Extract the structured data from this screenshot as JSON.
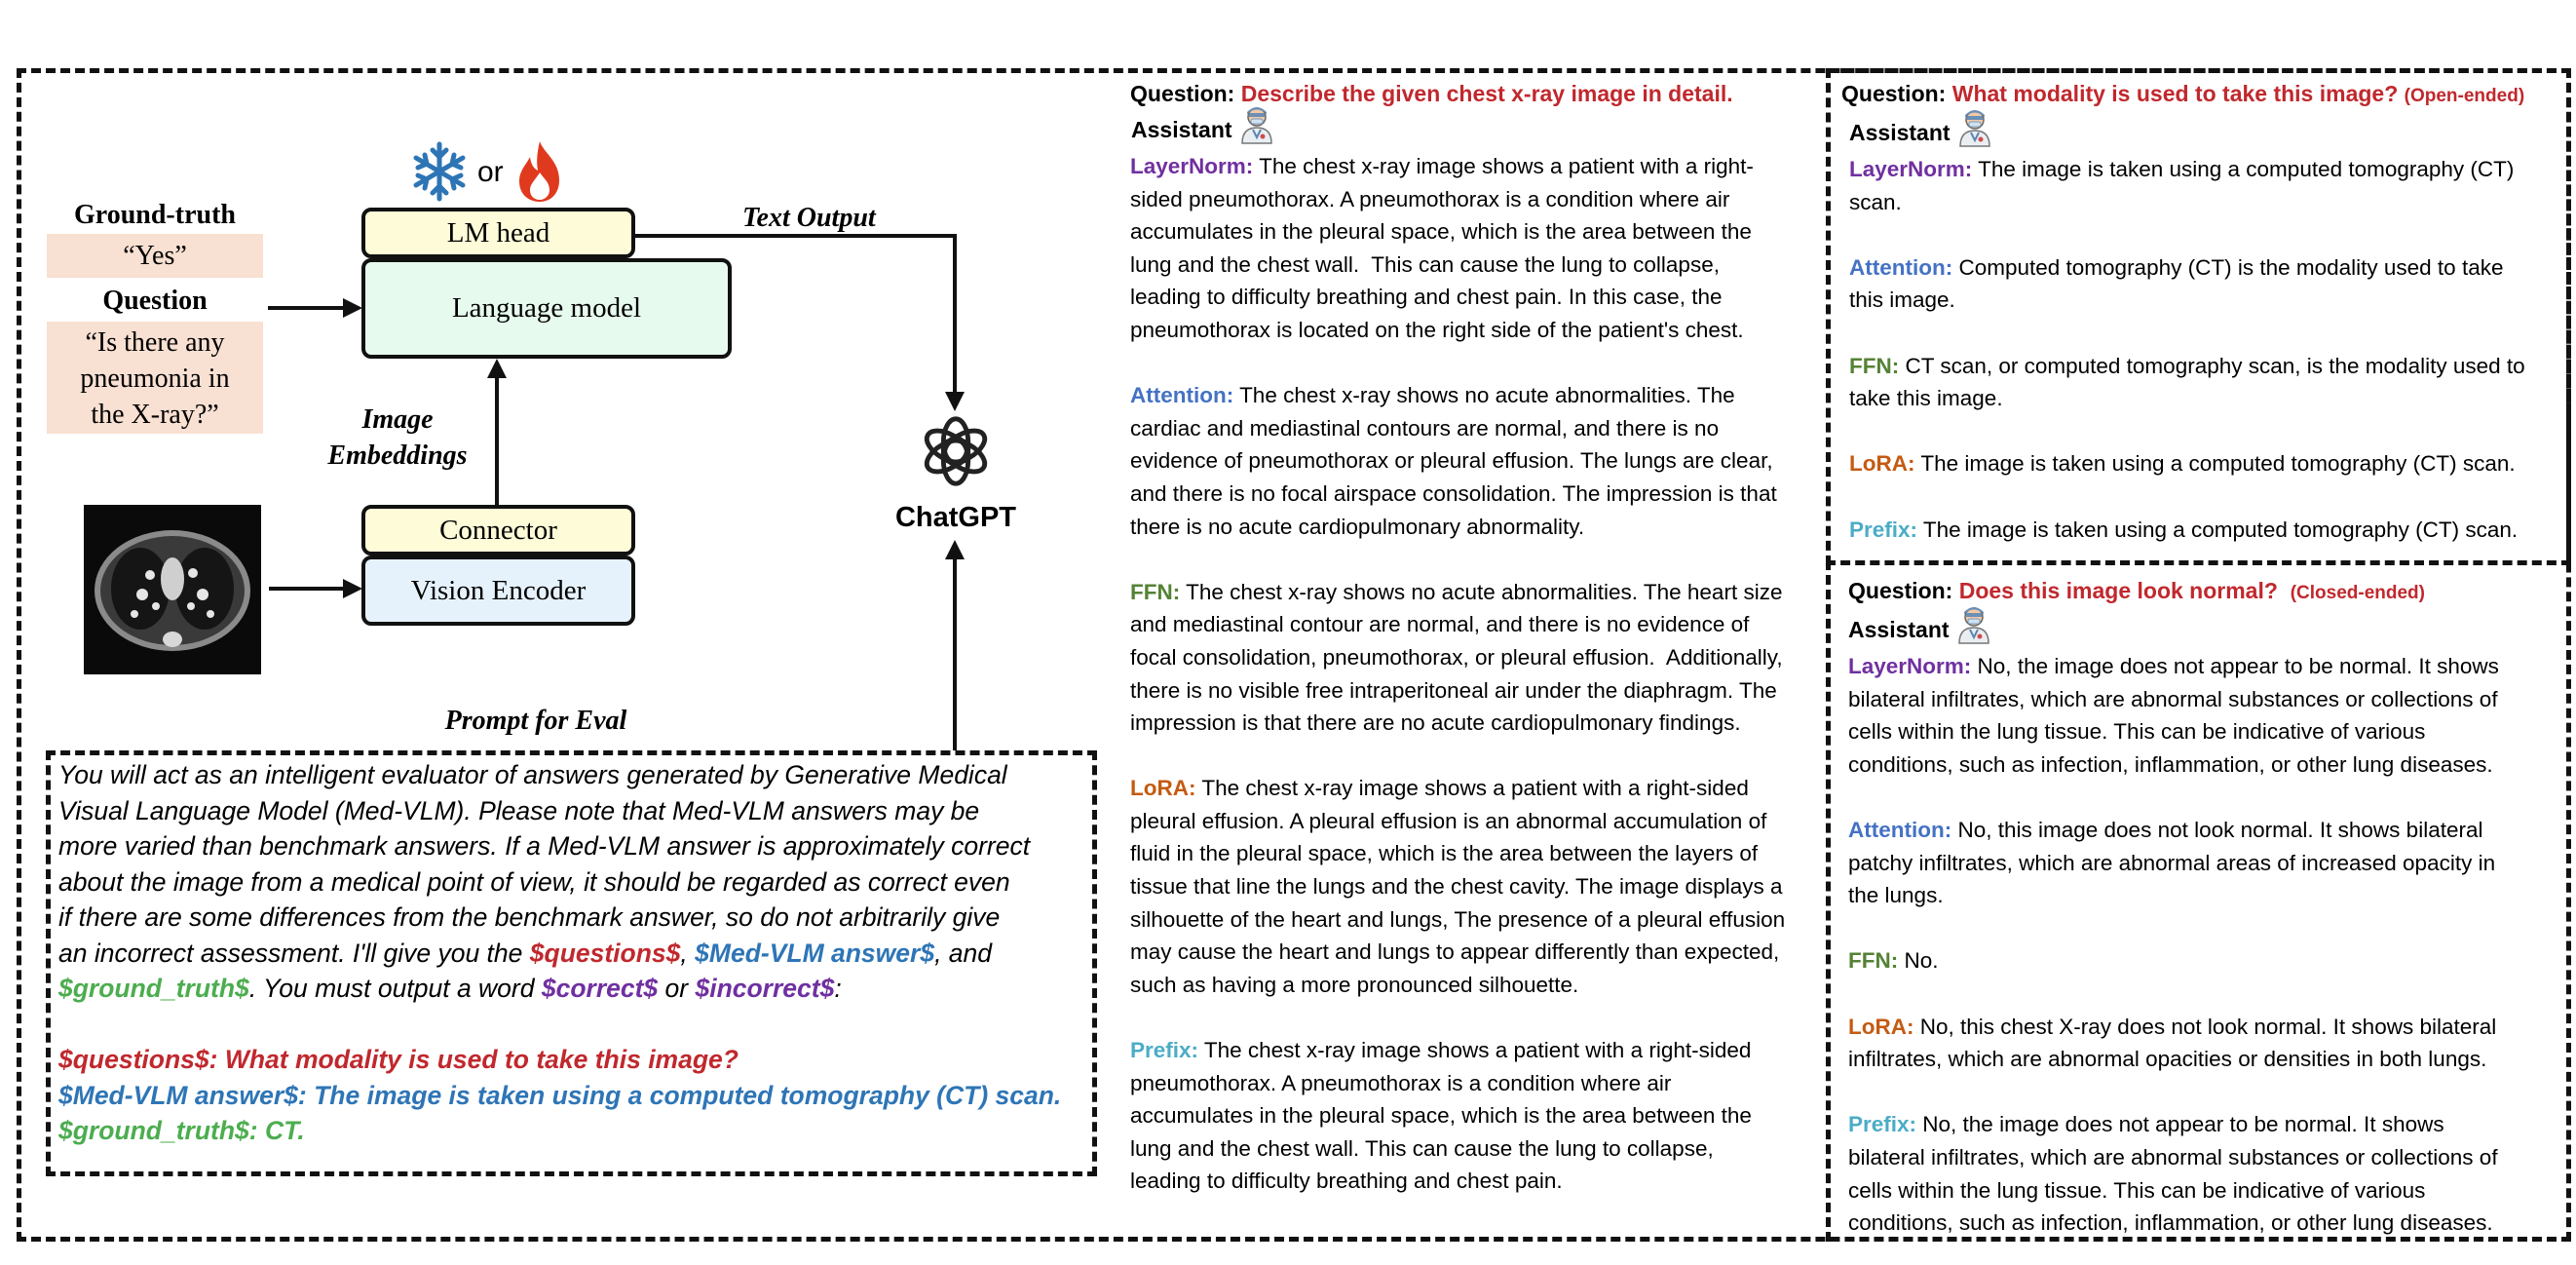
{
  "colors": {
    "question": "#c0282d",
    "layernorm": "#7030a0",
    "attention": "#4472c4",
    "ffn": "#548235",
    "lora": "#c55a11",
    "prefix": "#4bacc6",
    "prompt_red": "#c0282d",
    "prompt_blue": "#2e75b6",
    "prompt_green": "#4cad4f",
    "prompt_purple": "#7030a0"
  },
  "diagram": {
    "ground_truth_label": "Ground-truth",
    "ground_truth_value": "“Yes”",
    "question_label": "Question",
    "question_lines": [
      "“Is there any",
      "pneumonia in",
      "the X-ray?”"
    ],
    "or_text": "or",
    "lm_head": "LM head",
    "language_model": "Language model",
    "connector": "Connector",
    "vision_encoder": "Vision Encoder",
    "image_embeddings_lines": [
      "Image",
      "Embeddings"
    ],
    "text_output": "Text Output",
    "chatgpt": "ChatGPT",
    "prompt_for_eval": "Prompt for Eval",
    "icons": [
      "snowflake-icon",
      "fire-icon",
      "chatgpt-logo-icon",
      "ct-scan-image"
    ]
  },
  "prompt": {
    "lines": [
      "You will act as an intelligent evaluator of answers generated by Generative Medical",
      "Visual Language Model (Med-VLM). Please note that Med-VLM answers may be",
      "more varied than benchmark answers. If a Med-VLM answer is approximately correct",
      "about the image from a medical point of view, it should be regarded as correct even",
      "if there are some differences from the benchmark answer, so do not arbitrarily give"
    ],
    "line6_pre": "an incorrect assessment. I'll give you the ",
    "var_questions": "$questions$",
    "comma1": ", ",
    "var_answer": "$Med-VLM answer$",
    "and_text": ", and",
    "var_gt": "$ground_truth$",
    "line7_mid": ". You must output a word ",
    "var_correct": "$correct$",
    "or_word": " or ",
    "var_incorrect": "$incorrect$",
    "colon": ":",
    "example_q": "$questions$: What modality is used to take this image?",
    "example_a": "$Med-VLM answer$: The image is taken using a computed tomography (CT) scan.",
    "example_gt": "$ground_truth$: CT."
  },
  "middle": {
    "question_label": "Question:",
    "question_text": "Describe the given chest x-ray image in detail.",
    "assistant": "Assistant",
    "answers": [
      {
        "label": "LayerNorm:",
        "color_key": "layernorm",
        "lines": [
          " The chest x-ray image shows a patient with a right-",
          "sided pneumothorax. A pneumothorax is a condition where air",
          "accumulates in the pleural space, which is the area between the",
          "lung and the chest wall.  This can cause the lung to collapse,",
          "leading to difficulty breathing and chest pain. In this case, the",
          "pneumothorax is located on the right side of the patient's chest."
        ]
      },
      {
        "label": "Attention:",
        "color_key": "attention",
        "lines": [
          " The chest x-ray shows no acute abnormalities. The",
          "cardiac and mediastinal contours are normal, and there is no",
          "evidence of pneumothorax or pleural effusion. The lungs are clear,",
          "and there is no focal airspace consolidation. The impression is that",
          "there is no acute cardiopulmonary abnormality."
        ]
      },
      {
        "label": "FFN:",
        "color_key": "ffn",
        "lines": [
          " The chest x-ray shows no acute abnormalities. The heart size",
          "and mediastinal contour are normal, and there is no evidence of",
          "focal consolidation, pneumothorax, or pleural effusion.  Additionally,",
          "there is no visible free intraperitoneal air under the diaphragm. The",
          "impression is that there are no acute cardiopulmonary findings."
        ]
      },
      {
        "label": "LoRA:",
        "color_key": "lora",
        "lines": [
          " The chest x-ray image shows a patient with a right-sided",
          "pleural effusion. A pleural effusion is an abnormal accumulation of",
          "fluid in the pleural space, which is the area between the layers of",
          "tissue that line the lungs and the chest cavity. The image displays a",
          "silhouette of the heart and lungs, The presence of a pleural effusion",
          "may cause the heart and lungs to appear differently than expected,",
          "such as having a more pronounced silhouette."
        ]
      },
      {
        "label": "Prefix:",
        "color_key": "prefix",
        "lines": [
          " The chest x-ray image shows a patient with a right-sided",
          "pneumothorax. A pneumothorax is a condition where air",
          "accumulates in the pleural space, which is the area between the",
          "lung and the chest wall. This can cause the lung to collapse,",
          "leading to difficulty breathing and chest pain."
        ]
      }
    ]
  },
  "right_top": {
    "question_label": "Question:",
    "question_text": "What modality is used to take this image?",
    "tag": "(Open-ended)",
    "assistant": "Assistant",
    "answers": [
      {
        "label": "LayerNorm:",
        "color_key": "layernorm",
        "lines": [
          " The image is taken using a computed tomography (CT)",
          "scan."
        ]
      },
      {
        "label": "Attention:",
        "color_key": "attention",
        "lines": [
          " Computed tomography (CT) is the modality used to take",
          "this image."
        ]
      },
      {
        "label": "FFN:",
        "color_key": "ffn",
        "lines": [
          " CT scan, or computed tomography scan, is the modality used to",
          "take this image."
        ]
      },
      {
        "label": "LoRA:",
        "color_key": "lora",
        "lines": [
          " The image is taken using a computed tomography (CT) scan."
        ]
      },
      {
        "label": "Prefix:",
        "color_key": "prefix",
        "lines": [
          " The image is taken using a computed tomography (CT) scan."
        ]
      }
    ]
  },
  "right_bottom": {
    "question_label": "Question:",
    "question_text": "Does this image look normal?",
    "tag": "(Closed-ended)",
    "assistant": "Assistant",
    "answers": [
      {
        "label": "LayerNorm:",
        "color_key": "layernorm",
        "lines": [
          " No, the image does not appear to be normal. It shows",
          "bilateral infiltrates, which are abnormal substances or collections of",
          "cells within the lung tissue. This can be indicative of various",
          "conditions, such as infection, inflammation, or other lung diseases."
        ]
      },
      {
        "label": "Attention:",
        "color_key": "attention",
        "lines": [
          " No, this image does not look normal. It shows bilateral",
          "patchy infiltrates, which are abnormal areas of increased opacity in",
          "the lungs."
        ]
      },
      {
        "label": "FFN:",
        "color_key": "ffn",
        "lines": [
          " No."
        ]
      },
      {
        "label": "LoRA:",
        "color_key": "lora",
        "lines": [
          " No, this chest X-ray does not look normal. It shows bilateral",
          "infiltrates, which are abnormal opacities or densities in both lungs."
        ]
      },
      {
        "label": "Prefix:",
        "color_key": "prefix",
        "lines": [
          " No, the image does not appear to be normal. It shows",
          "bilateral infiltrates, which are abnormal substances or collections of",
          "cells within the lung tissue. This can be indicative of various",
          "conditions, such as infection, inflammation, or other lung diseases."
        ]
      }
    ]
  }
}
